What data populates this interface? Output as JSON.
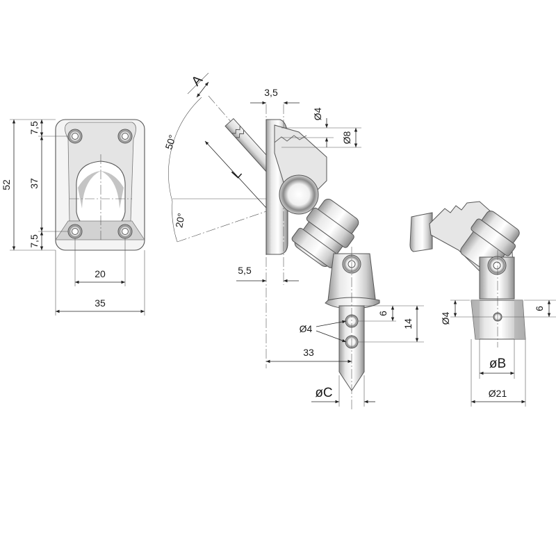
{
  "plate_view": {
    "dim_height_total": "52",
    "dim_hole_top": "7,5",
    "dim_hole_spacing": "37",
    "dim_hole_bottom": "7,5",
    "dim_hole_pitch": "20",
    "dim_width": "35"
  },
  "side_view": {
    "label_a": "A",
    "label_l": "L",
    "angle_upper": "50°",
    "angle_lower": "20°",
    "dim_plate_thickness": "3,5",
    "dim_hole_small": "Ø4",
    "dim_hole_large": "Ø8",
    "dim_offset": "5,5",
    "dim_pin_hole": "Ø4",
    "dim_hole_6": "6",
    "dim_hole_14": "14",
    "dim_length": "33",
    "dim_tip": "øC"
  },
  "end_view": {
    "dim_hole": "Ø4",
    "dim_hole_6": "6",
    "dim_inner": "øB",
    "dim_outer": "Ø21"
  },
  "colors": {
    "metal_light": "#f2f2f2",
    "metal_mid": "#c9c9c9",
    "metal_dark": "#8a8a8a",
    "line": "#222222"
  }
}
